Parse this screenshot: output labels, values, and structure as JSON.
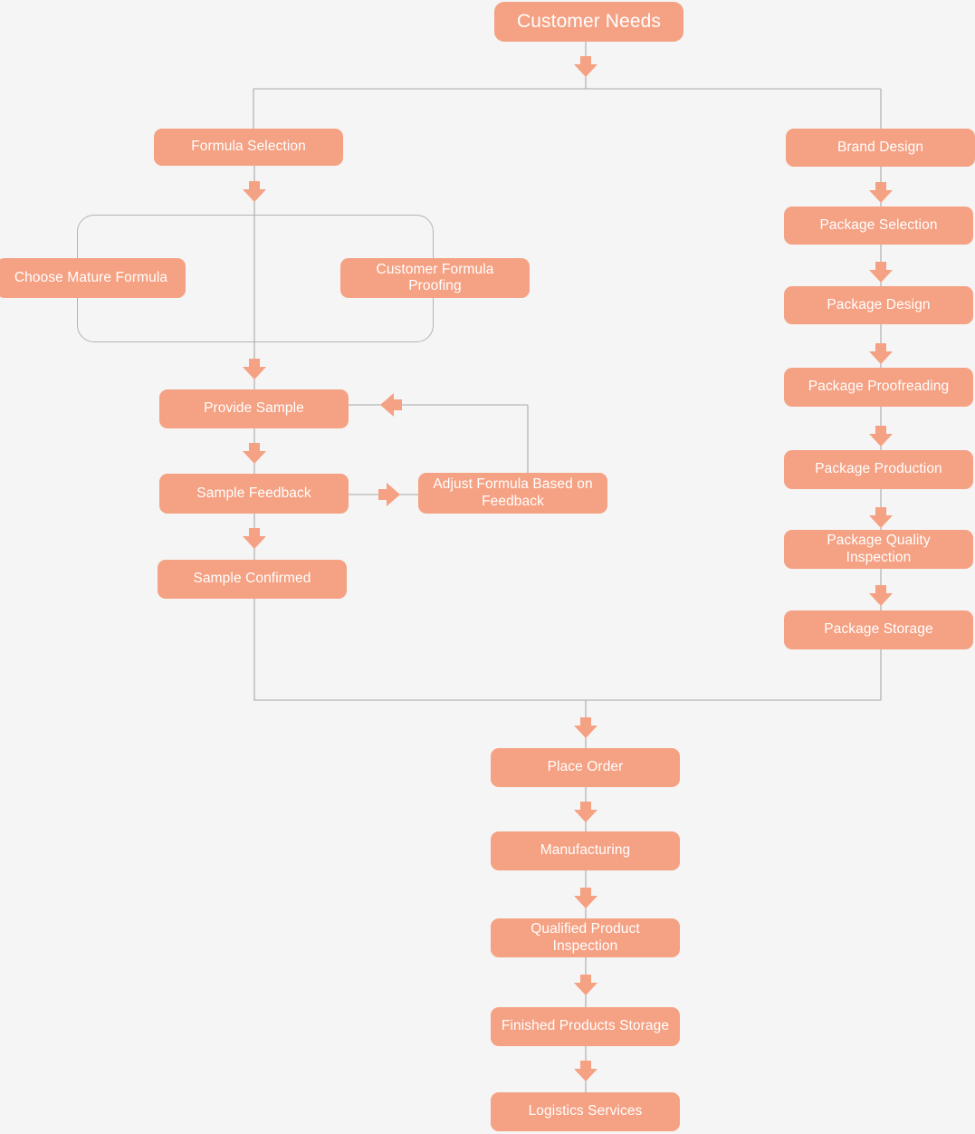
{
  "diagram": {
    "title": "Customer Needs",
    "background_color": "#f5f5f5",
    "node_color": "#F5A183",
    "node_text_color": "#ffffff",
    "edge_color": "#a8a8a8",
    "arrow_color": "#F5A183",
    "nodes": {
      "customer_needs": "Customer Needs",
      "formula_selection": "Formula Selection",
      "choose_mature_formula": "Choose Mature Formula",
      "customer_formula_proofing": "Customer Formula Proofing",
      "provide_sample": "Provide Sample",
      "sample_feedback": "Sample Feedback",
      "adjust_formula": "Adjust Formula Based on Feedback",
      "sample_confirmed": "Sample Confirmed",
      "brand_design": "Brand Design",
      "package_selection": "Package Selection",
      "package_design": "Package Design",
      "package_proofreading": "Package Proofreading",
      "package_production": "Package Production",
      "package_quality_inspection": "Package Quality Inspection",
      "package_storage": "Package Storage",
      "place_order": "Place Order",
      "manufacturing": "Manufacturing",
      "qualified_product_inspection": "Qualified Product Inspection",
      "finished_products_storage": "Finished Products Storage",
      "logistics_services": "Logistics Services"
    }
  }
}
